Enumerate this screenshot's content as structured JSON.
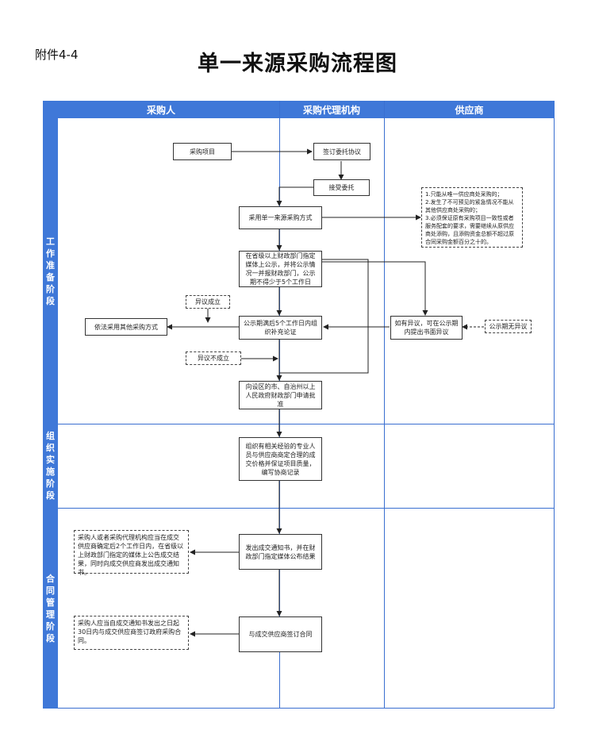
{
  "attachment": "附件4-4",
  "title": "单一来源采购流程图",
  "columns": [
    "采购人",
    "采购代理机构",
    "供应商"
  ],
  "stages": [
    "工作准备阶段",
    "组织实施阶段",
    "合同管理阶段"
  ],
  "nodes": {
    "procurement_project": "采购项目",
    "sign_agreement": "签订委托协议",
    "accept_entrust": "接受委托",
    "adopt_single_source": "采用单一来源采购方式",
    "conditions": "1.只能从唯一供应商处采购的；\n2.发生了不可预见的紧急情况不能从其他供应商处采购的；\n3.必须保证原有采购项目一致性或者服务配套的要求，需要继续从原供应商处添购，且添购资金总额不超过原合同采购金额百分之十的。",
    "publicity": "在省级以上财政部门指定媒体上公示，并将公示情况一并报财政部门，公示期不得少于5个工作日",
    "objection_valid": "异议成立",
    "other_method": "依法采用其他采购方式",
    "organize_review": "公示期满后5个工作日内组织补充论证",
    "supplier_objection": "如有异议，可在公示期内提出书面异议",
    "no_objection": "公示期无异议",
    "objection_invalid": "异议不成立",
    "apply_approval": "向设区的市、自治州以上人民政府财政部门申请批准",
    "negotiate": "组织有相关经验的专业人员与供应商商定合理的成交价格并保证项目质量，编写协商记录",
    "buyer_notice_note": "采购人或者采购代理机构应当在成交供应商确定后2个工作日内，在省级以上财政部门指定的媒体上公告成交结果，同时向成交供应商发出成交通知书。",
    "issue_notice": "发出成交通知书，并在财政部门指定媒体公布结果",
    "contract_note": "采购人应当自成交通知书发出之日起30日内与成交供应商签订政府采购合同。",
    "sign_contract": "与成交供应商签订合同"
  }
}
